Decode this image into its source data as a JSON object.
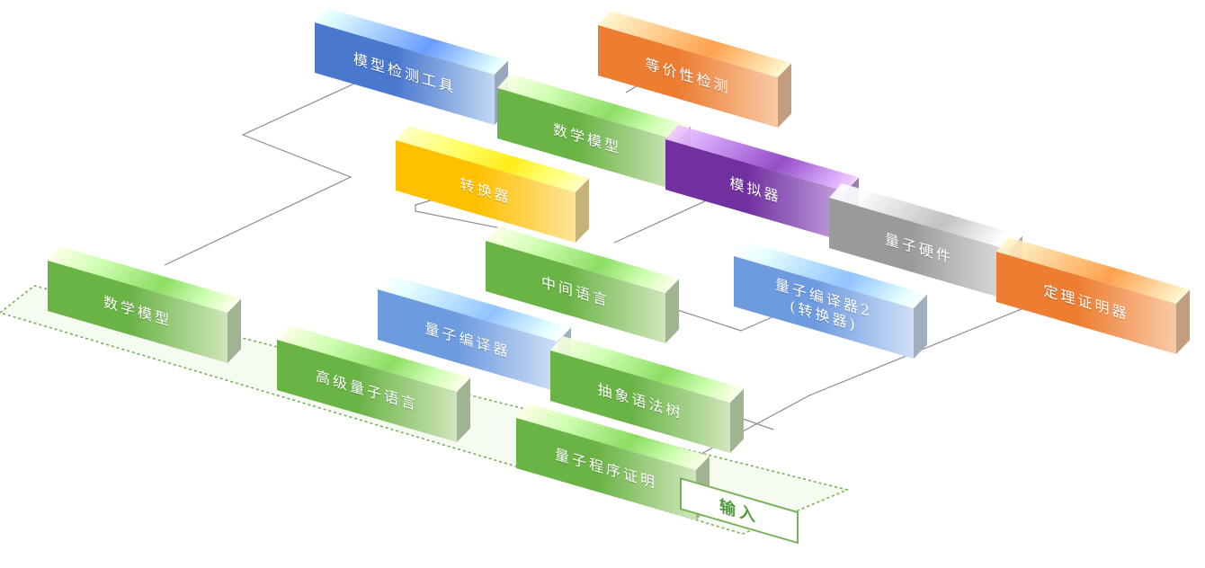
{
  "colors": {
    "green": "#6ab345",
    "green_light": "#cfe6bc",
    "blue": "#4a78cf",
    "blue_light": "#c2d8f2",
    "blue_mid": "#6d9be0",
    "blue_mid_light": "#cfe0f6",
    "orange": "#ed7d31",
    "orange_light": "#f9caa6",
    "yellow": "#ffc000",
    "yellow_light": "#ffe49a",
    "purple": "#7030a0",
    "purple_light": "#c6a4df",
    "gray": "#9a9a9a",
    "gray_light": "#dedede",
    "wire": "#8c8c8c",
    "input_border": "#77b155"
  },
  "blocks": [
    {
      "id": "model-check-tool",
      "label": "模型检测工具",
      "color": "blue",
      "light": "blue_light"
    },
    {
      "id": "equivalence-check",
      "label": "等价性检测",
      "color": "orange",
      "light": "orange_light"
    },
    {
      "id": "math-model-top",
      "label": "数学模型",
      "color": "green",
      "light": "green_light"
    },
    {
      "id": "converter",
      "label": "转换器",
      "color": "yellow",
      "light": "yellow_light"
    },
    {
      "id": "simulator",
      "label": "模拟器",
      "color": "purple",
      "light": "purple_light"
    },
    {
      "id": "quantum-hardware",
      "label": "量子硬件",
      "color": "gray",
      "light": "gray_light"
    },
    {
      "id": "intermediate-language",
      "label": "中间语言",
      "color": "green",
      "light": "green_light"
    },
    {
      "id": "quantum-compiler-2",
      "label": "量子编译器2\n(转换器)",
      "color": "blue_mid",
      "light": "blue_mid_light"
    },
    {
      "id": "theorem-prover",
      "label": "定理证明器",
      "color": "orange",
      "light": "orange_light"
    },
    {
      "id": "math-model-left",
      "label": "数学模型",
      "color": "green",
      "light": "green_light"
    },
    {
      "id": "quantum-compiler",
      "label": "量子编译器",
      "color": "blue_mid",
      "light": "blue_mid_light"
    },
    {
      "id": "high-level-quantum-language",
      "label": "高级量子语言",
      "color": "green",
      "light": "green_light"
    },
    {
      "id": "abstract-syntax-tree",
      "label": "抽象语法树",
      "color": "green",
      "light": "green_light"
    },
    {
      "id": "quantum-program-proof",
      "label": "量子程序证明",
      "color": "green",
      "light": "green_light"
    }
  ],
  "input_tag": {
    "label": "输入"
  }
}
